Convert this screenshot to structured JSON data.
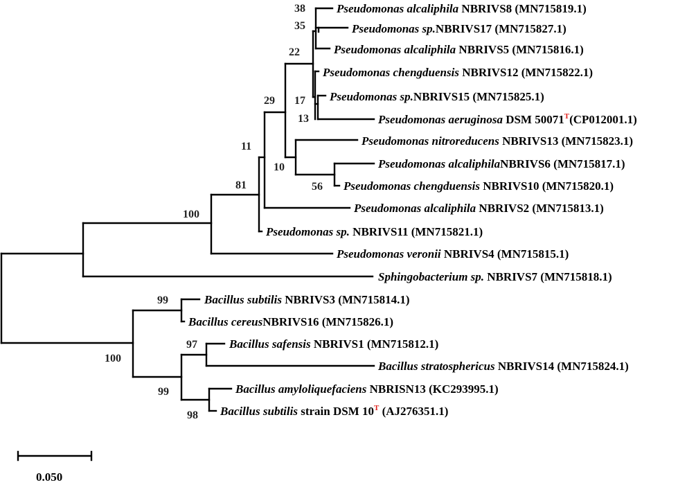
{
  "taxa": [
    {
      "id": "t1",
      "genus": "Pseudomonas alcaliphila",
      "rest": " NBRIVS8 (MN715819.1)"
    },
    {
      "id": "t2",
      "genus": "Pseudomonas sp.",
      "rest": "NBRIVS17 (MN715827.1)"
    },
    {
      "id": "t3",
      "genus": "Pseudomonas alcaliphila",
      "rest": " NBRIVS5 (MN715816.1)"
    },
    {
      "id": "t4",
      "genus": "Pseudomonas chengduensis",
      "rest": " NBRIVS12 (MN715822.1)"
    },
    {
      "id": "t5",
      "genus": "Pseudomonas sp.",
      "rest": "NBRIVS15 (MN715825.1)"
    },
    {
      "id": "t6",
      "genus": "Pseudomonas aeruginosa",
      "rest": " DSM 50071",
      "sup": "T",
      "after": "(CP012001.1)"
    },
    {
      "id": "t7",
      "genus": "Pseudomonas nitroreducens",
      "rest": " NBRIVS13 (MN715823.1)"
    },
    {
      "id": "t8",
      "genus": "Pseudomonas alcaliphila",
      "rest": "NBRIVS6 (MN715817.1)"
    },
    {
      "id": "t9",
      "genus": "Pseudomonas chengduensis",
      "rest": " NBRIVS10 (MN715820.1)"
    },
    {
      "id": "t10",
      "genus": "Pseudomonas alcaliphila",
      "rest": " NBRIVS2 (MN715813.1)"
    },
    {
      "id": "t11",
      "genus": "Pseudomonas sp.",
      "rest": " NBRIVS11 (MN715821.1)"
    },
    {
      "id": "t12",
      "genus": "Pseudomonas veronii",
      "rest": " NBRIVS4 (MN715815.1)"
    },
    {
      "id": "t13",
      "genus": "Sphingobacterium sp.",
      "rest": " NBRIVS7 (MN715818.1)"
    },
    {
      "id": "t14",
      "genus": "Bacillus subtilis",
      "rest": " NBRIVS3 (MN715814.1)"
    },
    {
      "id": "t15",
      "genus": "Bacillus cereus",
      "rest": "NBRIVS16 (MN715826.1)"
    },
    {
      "id": "t16",
      "genus": "Bacillus safensis",
      "rest": " NBRIVS1 (MN715812.1)"
    },
    {
      "id": "t17",
      "genus": "Bacillus stratosphericus",
      "rest": " NBRIVS14 (MN715824.1)"
    },
    {
      "id": "t18",
      "genus": "Bacillus amyloliquefaciens",
      "rest": " NBRISN13 (KC293995.1)"
    },
    {
      "id": "t19",
      "genus": "Bacillus subtilis",
      "rest": " strain DSM 10",
      "sup": "T",
      "after": " (AJ276351.1)"
    }
  ],
  "bootstrap": {
    "b38": "38",
    "b35": "35",
    "b22": "22",
    "b17": "17",
    "b13": "13",
    "b29": "29",
    "b11": "11",
    "b10": "10",
    "b56": "56",
    "b81": "81",
    "b100p": "100",
    "b99a": "99",
    "b97": "97",
    "b100b": "100",
    "b99b": "99",
    "b98": "98"
  },
  "scale_bar": {
    "label": "0.050"
  },
  "colors": {
    "branch": "#000000",
    "type_strain_marker": "#e0201c"
  }
}
